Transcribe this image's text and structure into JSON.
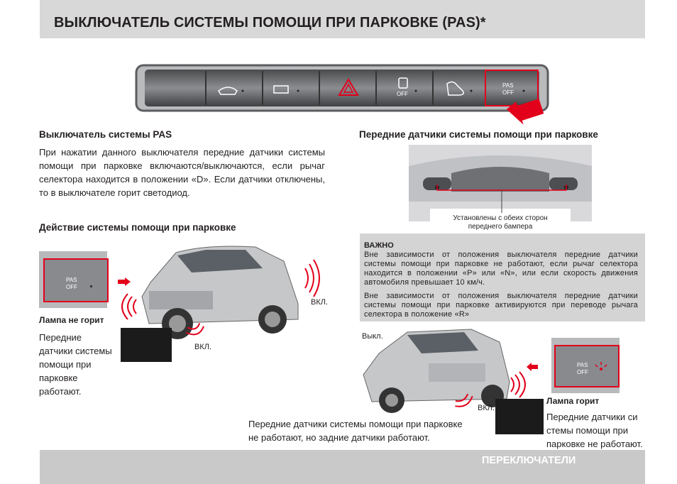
{
  "header": {
    "title": "ВЫКЛЮЧАТЕЛЬ СИСТЕМЫ ПОМОЩИ ПРИ ПАРКОВКЕ (PAS)*"
  },
  "switch_panel": {
    "buttons": [
      "windshield-defrost-icon",
      "rear-defrost-icon",
      "hazard-icon",
      "esp-off-icon",
      "hill-descent-icon"
    ],
    "pas_label_top": "PAS",
    "pas_label_bottom": "OFF"
  },
  "section_pas_switch": {
    "title": "Выключатель системы PAS",
    "text": "При нажатии данного выключателя передние датчики системы помощи при парковке включаются/выключаются, если рычаг селектора находится в положении «D». Если датчики отключены, то в выключателе горит светодиод."
  },
  "section_front_sensors": {
    "title": "Передние датчики системы помощи при парковке",
    "caption_line1": "Установлены с обеих сторон",
    "caption_line2": "переднего бампера"
  },
  "section_operation": {
    "title": "Действие системы помощи при парковке",
    "lamp_off_title": "Лампа не горит",
    "lamp_off_text": [
      "Передние",
      "датчики системы",
      "помощи при",
      "парковке",
      "работают."
    ],
    "on_label_1": "ВКЛ.",
    "on_label_2": "ВКЛ."
  },
  "important": {
    "title": "ВАЖНО",
    "text1": "Вне зависимости от положения выключателя передние датчики системы помощи при парковке не работают, если рычаг селектора находится в положении «P» или «N», или если скорость движения автомобиля превышает 10 км/ч.",
    "text2": "Вне зависимости от положения выключателя передние датчики системы помощи при парковке активируются при переводе рычага селектора в положение «R»"
  },
  "rear_scene": {
    "off_label": "Выкл.",
    "on_label": "ВКЛ.",
    "lamp_on_title": "Лампа горит",
    "lamp_on_text": [
      "Передние датчики си",
      "стемы помощи при",
      "парковке не работают."
    ],
    "caption_line1": "Передние датчики системы помощи при парковке",
    "caption_line2": "не работают, но задние датчики работают."
  },
  "footer": {
    "label": "ПЕРЕКЛЮЧАТЕЛИ"
  },
  "colors": {
    "accent_red": "#e3001b",
    "header_gray": "#d8d8d8",
    "footer_gray": "#c9c9c9",
    "note_gray": "#d4d4d4"
  }
}
